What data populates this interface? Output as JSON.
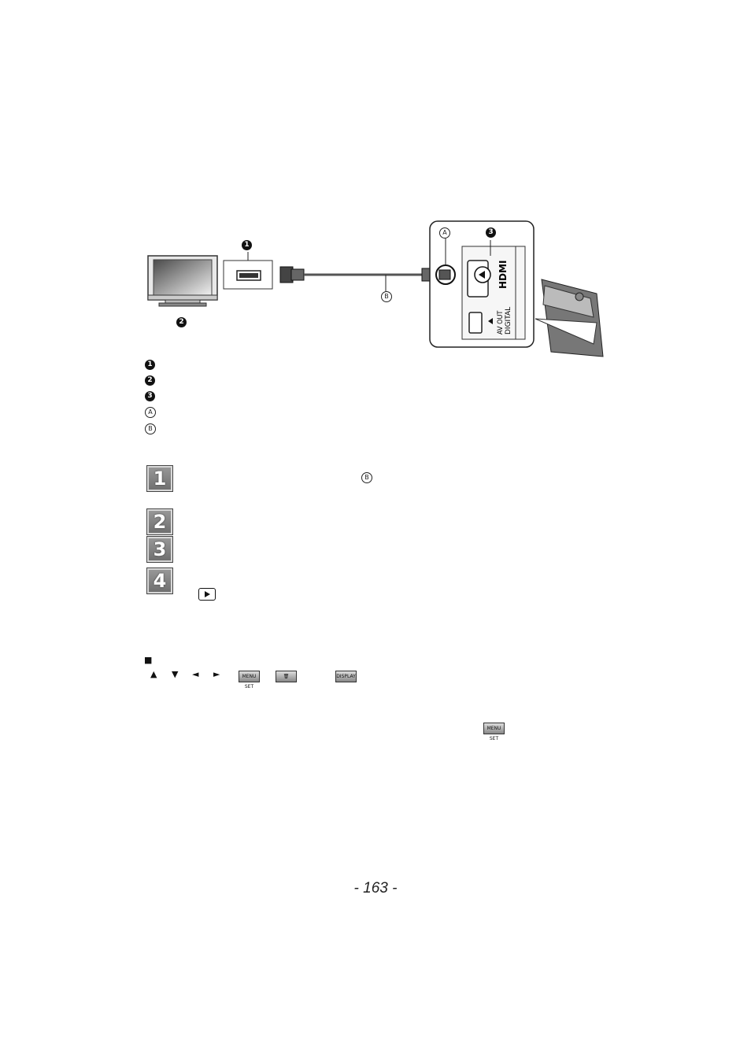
{
  "diagram": {
    "callouts": {
      "one": "1",
      "two": "2",
      "three": "3",
      "a": "A",
      "b": "B"
    },
    "port_labels": {
      "hdmi": "HDMI",
      "av_out": "AV OUT",
      "digital": "DIGITAL"
    }
  },
  "legend": [
    {
      "marker": "1",
      "style": "solid"
    },
    {
      "marker": "2",
      "style": "solid"
    },
    {
      "marker": "3",
      "style": "solid"
    },
    {
      "marker": "A",
      "style": "outline"
    },
    {
      "marker": "B",
      "style": "outline"
    }
  ],
  "steps": [
    {
      "number": "1",
      "inline_marker": "B"
    },
    {
      "number": "2"
    },
    {
      "number": "3"
    },
    {
      "number": "4",
      "inline_icon": "play-icon"
    }
  ],
  "buttons_row": {
    "bullet": "■",
    "arrows": [
      "▲",
      "▼",
      "◄",
      "►"
    ],
    "menu_set": "MENU SET",
    "trash": "🗑",
    "display": "DISPLAY"
  },
  "note_icon": "MENU SET",
  "page_number": "- 163 -"
}
